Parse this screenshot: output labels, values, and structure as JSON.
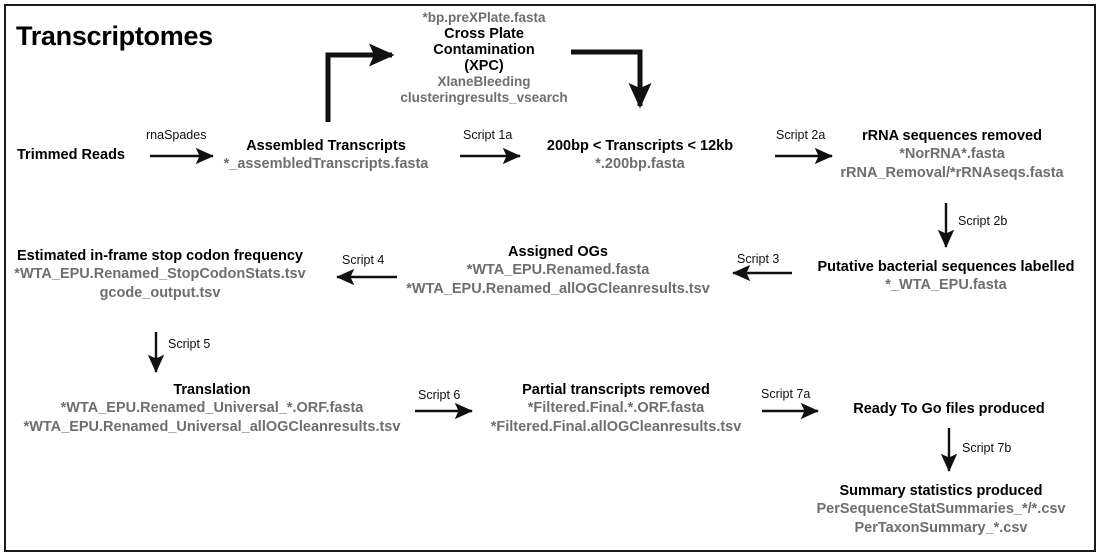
{
  "diagram": {
    "title": "Transcriptomes",
    "type": "flowchart",
    "nodes": [
      {
        "id": "trimmed-reads",
        "title": "Trimmed Reads",
        "files": []
      },
      {
        "id": "assembled-transcripts",
        "title": "Assembled Transcripts",
        "files": [
          "*_assembledTranscripts.fasta"
        ]
      },
      {
        "id": "cross-plate-contamination",
        "title_lines": [
          "Cross Plate",
          "Contamination",
          "(XPC)"
        ],
        "files_top": [
          "*bp.preXPlate.fasta"
        ],
        "files": [
          "XlaneBleeding",
          "clusteringresults_vsearch"
        ]
      },
      {
        "id": "transcript-length-filter",
        "title": "200bp < Transcripts < 12kb",
        "files": [
          "*.200bp.fasta"
        ]
      },
      {
        "id": "rrna-removed",
        "title": "rRNA sequences removed",
        "files": [
          "*NorRNA*.fasta",
          "rRNA_Removal/*rRNAseqs.fasta"
        ]
      },
      {
        "id": "bacterial-labelled",
        "title": "Putative bacterial sequences labelled",
        "files": [
          "*_WTA_EPU.fasta"
        ]
      },
      {
        "id": "assigned-ogs",
        "title": "Assigned OGs",
        "files": [
          "*WTA_EPU.Renamed.fasta",
          "*WTA_EPU.Renamed_allOGCleanresults.tsv"
        ]
      },
      {
        "id": "stop-codon-frequency",
        "title": "Estimated in-frame stop codon frequency",
        "files": [
          "*WTA_EPU.Renamed_StopCodonStats.tsv",
          "gcode_output.tsv"
        ]
      },
      {
        "id": "translation",
        "title": "Translation",
        "files": [
          "*WTA_EPU.Renamed_Universal_*.ORF.fasta",
          "*WTA_EPU.Renamed_Universal_allOGCleanresults.tsv"
        ]
      },
      {
        "id": "partial-transcripts-removed",
        "title": "Partial transcripts removed",
        "files": [
          "*Filtered.Final.*.ORF.fasta",
          "*Filtered.Final.allOGCleanresults.tsv"
        ]
      },
      {
        "id": "ready-to-go",
        "title": "Ready To Go files produced",
        "files": []
      },
      {
        "id": "summary-statistics",
        "title": "Summary statistics produced",
        "files": [
          "PerSequenceStatSummaries_*/*.csv",
          "PerTaxonSummary_*.csv"
        ]
      }
    ],
    "edges": [
      {
        "id": "e-rnaspades",
        "label": "rnaSpades"
      },
      {
        "id": "e-script1a",
        "label": "Script 1a"
      },
      {
        "id": "e-script2a",
        "label": "Script 2a"
      },
      {
        "id": "e-script2b",
        "label": "Script 2b"
      },
      {
        "id": "e-script3",
        "label": "Script 3"
      },
      {
        "id": "e-script4",
        "label": "Script 4"
      },
      {
        "id": "e-script5",
        "label": "Script 5"
      },
      {
        "id": "e-script6",
        "label": "Script 6"
      },
      {
        "id": "e-script7a",
        "label": "Script 7a"
      },
      {
        "id": "e-script7b",
        "label": "Script 7b"
      }
    ],
    "colors": {
      "title_text": "#000000",
      "file_text": "#6e6e6e",
      "arrow": "#111111",
      "border": "#1a1a1a",
      "background": "#ffffff"
    }
  }
}
